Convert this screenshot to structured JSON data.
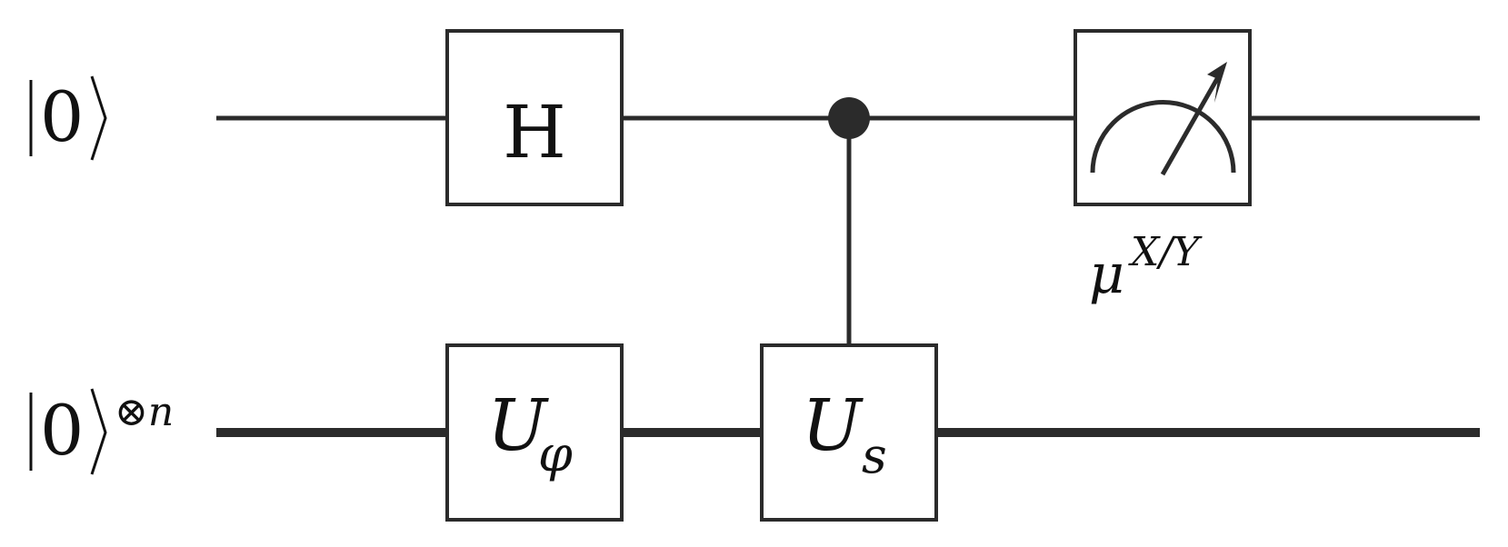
{
  "colors": {
    "ink": "#2b2b2b",
    "background": "#ffffff"
  },
  "qubits": {
    "top_ket": "0",
    "bottom_ket": "0",
    "bottom_exponent": "⊗n"
  },
  "gates": {
    "hadamard": "H",
    "u_phi_base": "U",
    "u_phi_sub": "φ",
    "u_s_base": "U",
    "u_s_sub": "s"
  },
  "measurement": {
    "icon": "meter-icon",
    "label_base": "μ",
    "label_sup": "X/Y"
  }
}
